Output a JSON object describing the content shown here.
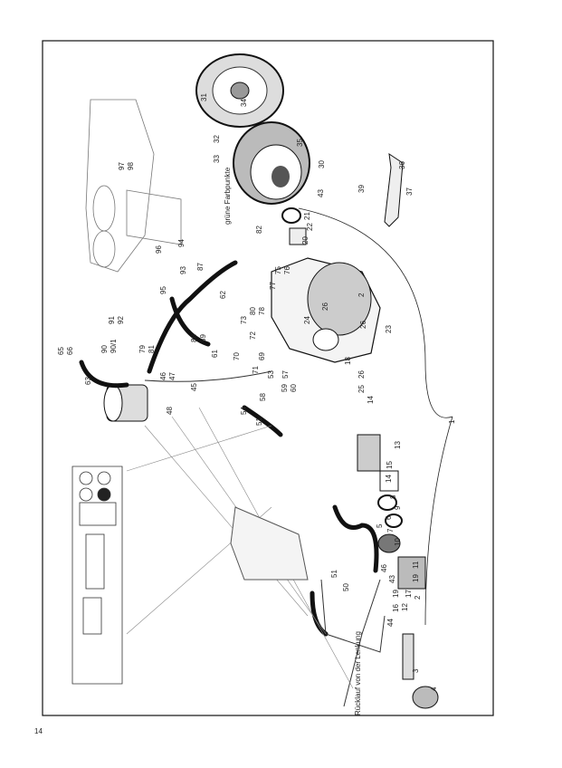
{
  "page_number": "14",
  "annotations": {
    "green_dots": "grüne Farbpunkte",
    "return_line": "Rücklauf von der Lenkung"
  },
  "part_labels": [
    "65",
    "66",
    "63",
    "90",
    "90/1",
    "91",
    "92",
    "79",
    "81",
    "46",
    "47",
    "45",
    "48",
    "95",
    "96",
    "94",
    "93",
    "87",
    "97",
    "98",
    "33",
    "32",
    "31",
    "34",
    "35",
    "30",
    "43",
    "82",
    "75",
    "76",
    "77",
    "62",
    "88",
    "89",
    "73",
    "80",
    "78",
    "72",
    "69",
    "70",
    "71",
    "61",
    "53",
    "59",
    "60",
    "57",
    "58",
    "51",
    "54",
    "21",
    "22",
    "20",
    "2",
    "26",
    "24",
    "26",
    "23",
    "18",
    "26",
    "25",
    "14",
    "36",
    "39",
    "37",
    "1",
    "13",
    "15",
    "14",
    "8",
    "9",
    "6",
    "7",
    "5",
    "10",
    "11",
    "19",
    "2",
    "17",
    "12",
    "16",
    "19",
    "43",
    "46",
    "44",
    "50",
    "51",
    "3",
    "4"
  ]
}
